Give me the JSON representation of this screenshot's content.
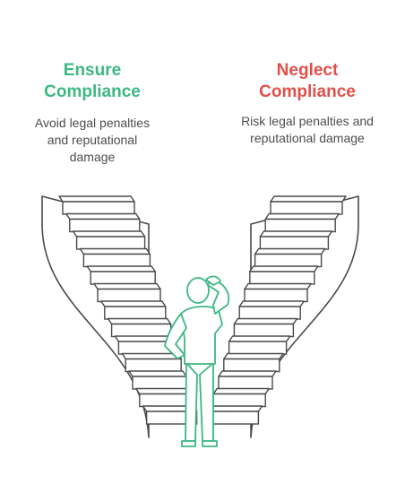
{
  "left": {
    "title_line1": "Ensure",
    "title_line2": "Compliance",
    "desc_line1": "Avoid legal penalties",
    "desc_line2": "and reputational",
    "desc_line3": "damage",
    "color": "#3cb882"
  },
  "right": {
    "title_line1": "Neglect",
    "title_line2": "Compliance",
    "desc_line1": "Risk legal penalties and",
    "desc_line2": "reputational damage",
    "color": "#e0504a"
  },
  "colors": {
    "stroke": "#4a4a4a",
    "figure": "#3cb882"
  },
  "icons": {
    "figure": "thinking-person-icon",
    "stairs": "staircase-icon"
  }
}
